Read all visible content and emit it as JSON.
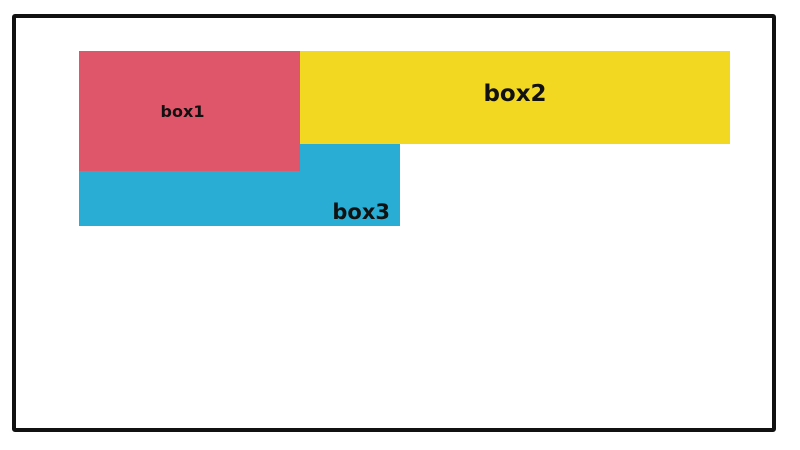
{
  "boxes": {
    "box1": {
      "label": "box1",
      "color": "#DF5569"
    },
    "box2": {
      "label": "box2",
      "color": "#F3D822"
    },
    "box3": {
      "label": "box3",
      "color": "#29ADD4"
    }
  },
  "frame": {
    "border_color": "#111111"
  }
}
